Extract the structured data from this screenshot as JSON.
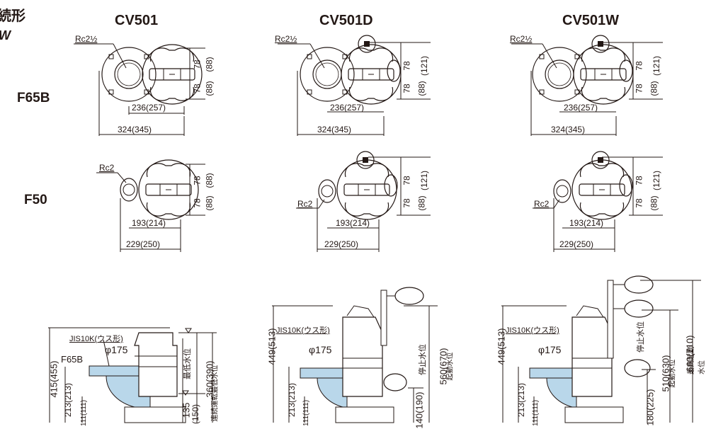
{
  "corner": {
    "line1": "続形",
    "line2": "W"
  },
  "models": [
    "CV501",
    "CV501D",
    "CV501W"
  ],
  "flanges": [
    "F65B",
    "F50"
  ],
  "top": {
    "f65b": {
      "thread": "Rc2½",
      "cv501": {
        "d1": "236(257)",
        "d2": "324(345)",
        "v1": "78",
        "v1b": "(88)",
        "v2": "78",
        "v2b": "(88)"
      },
      "cv501d": {
        "d1": "236(257)",
        "d2": "324(345)",
        "v1": "78",
        "v1b": "(121)",
        "v2": "78",
        "v2b": "(88)"
      },
      "cv501w": {
        "d1": "236(257)",
        "d2": "324(345)",
        "v1": "78",
        "v1b": "(121)",
        "v2": "78",
        "v2b": "(88)"
      }
    },
    "f50": {
      "thread": "Rc2",
      "cv501": {
        "d1": "193(214)",
        "d2": "229(250)",
        "v1": "78",
        "v1b": "(88)",
        "v2": "78",
        "v2b": "(88)"
      },
      "cv501d": {
        "d1": "193(214)",
        "d2": "229(250)",
        "v1": "78",
        "v1b": "(121)",
        "v2": "78",
        "v2b": "(88)"
      },
      "cv501w": {
        "d1": "193(214)",
        "d2": "229(250)",
        "v1": "78",
        "v1b": "(121)",
        "v2": "78",
        "v2b": "(88)"
      }
    }
  },
  "side": {
    "jis": "JIS10K(ウス形)",
    "phi": "φ175",
    "f65b": "F65B",
    "cv501": {
      "h_total": "415(455)",
      "h_mid": "213(213)",
      "h_base": "111(111)",
      "h_low": "135",
      "h_low2": "(150)",
      "h_low_label": "最低水位",
      "h_cont": "360(390)",
      "h_cont_label": "連続運転最低水位"
    },
    "cv501d": {
      "h_total": "449(513)",
      "h_mid": "213(213)",
      "h_base": "111(111)",
      "h_stop": "140(190)",
      "h_stop_label": "停止水位",
      "h_start": "560(670)",
      "h_start_label": "起動水位"
    },
    "cv501w": {
      "h_total": "449(513)",
      "h_mid": "213(213)",
      "h_base": "111(111)",
      "h_stop": "180(225)",
      "h_stop_label": "停止水位",
      "h_start": "510(630)",
      "h_start_label": "起動水位",
      "h_max": "660(710)",
      "h_max_label": "最高起動水位"
    }
  }
}
